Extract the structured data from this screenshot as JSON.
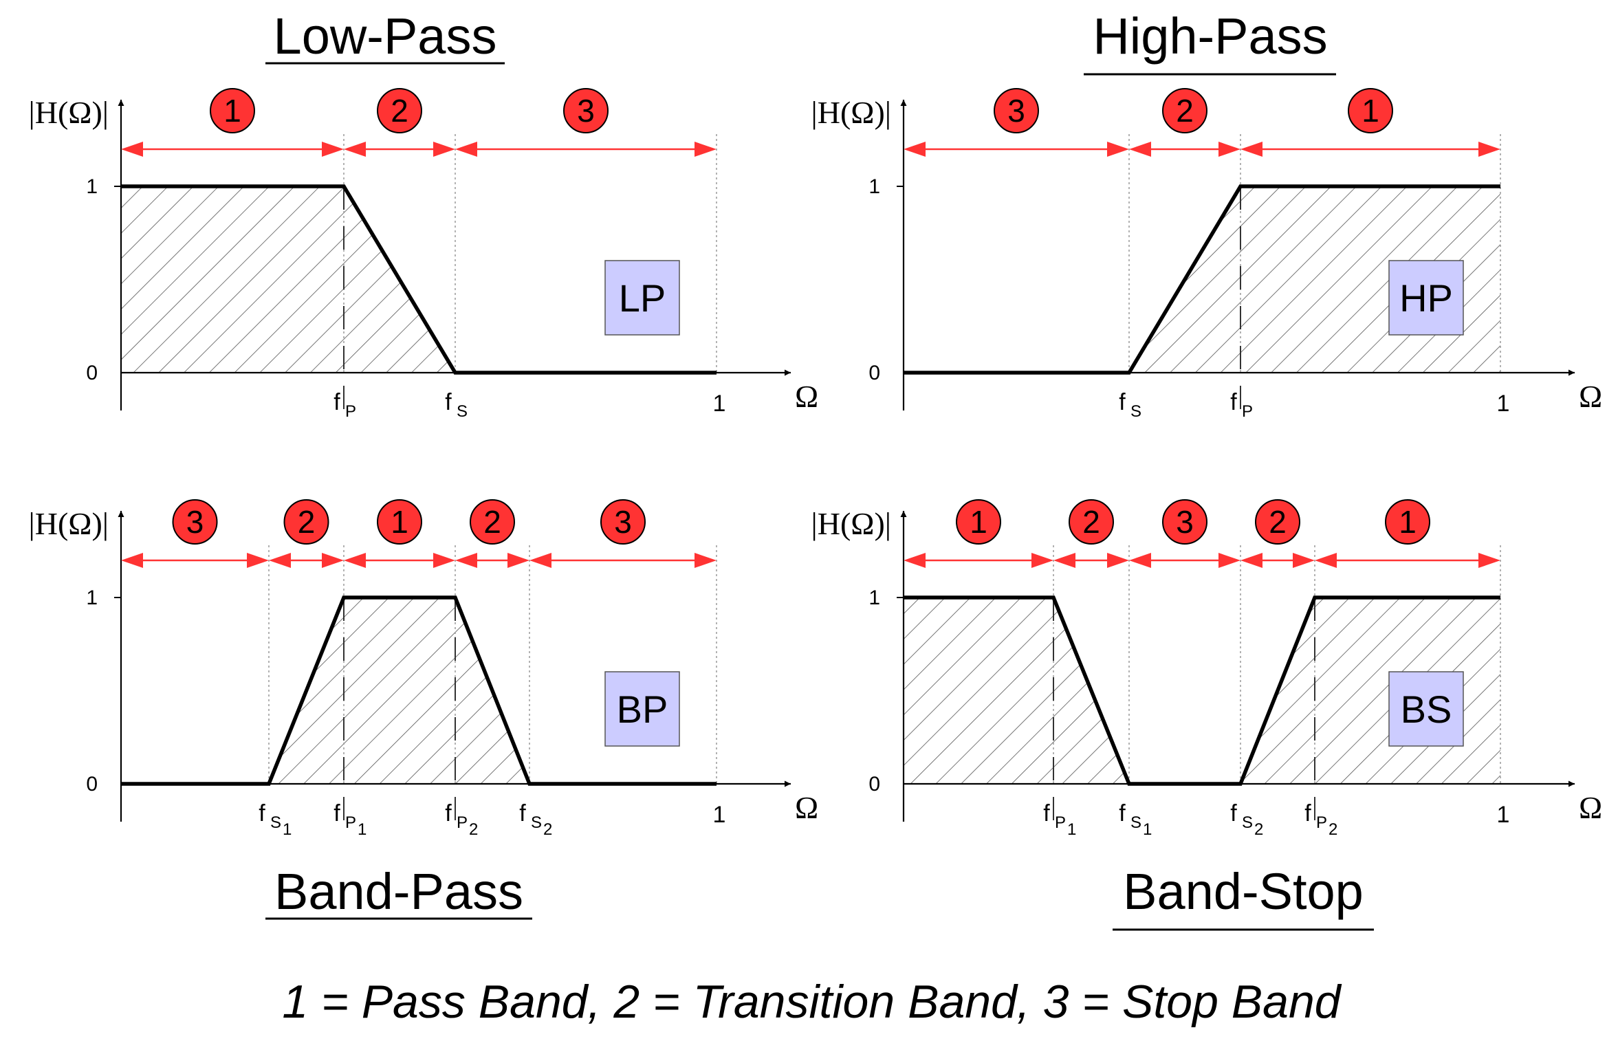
{
  "titles": [
    "Low-Pass",
    "High-Pass",
    "Band-Pass",
    "Band-Stop"
  ],
  "legend": "1 = Pass Band, 2 = Transition Band, 3 = Stop Band",
  "colors": {
    "band_marker": "#ff3333",
    "arrow": "#ff3333",
    "tag_fill": "#ccccff",
    "curve": "#000000"
  },
  "panels": [
    {
      "id": "lp",
      "title": "Low-Pass",
      "ylabel": "|H(Ω)|",
      "xlabel": "Ω",
      "ytick_top": "1",
      "ytick_zero": "0",
      "x_end_label": "1",
      "tag": "LP",
      "freq_labels": [
        {
          "base": "f",
          "sub": "P",
          "sub2": ""
        },
        {
          "base": "f",
          "sub": "S",
          "sub2": ""
        }
      ],
      "band_numbers": [
        "1",
        "2",
        "3"
      ]
    },
    {
      "id": "hp",
      "title": "High-Pass",
      "ylabel": "|H(Ω)|",
      "xlabel": "Ω",
      "ytick_top": "1",
      "ytick_zero": "0",
      "x_end_label": "1",
      "tag": "HP",
      "freq_labels": [
        {
          "base": "f",
          "sub": "S",
          "sub2": ""
        },
        {
          "base": "f",
          "sub": "P",
          "sub2": ""
        }
      ],
      "band_numbers": [
        "3",
        "2",
        "1"
      ]
    },
    {
      "id": "bp",
      "title": "Band-Pass",
      "ylabel": "|H(Ω)|",
      "xlabel": "Ω",
      "ytick_top": "1",
      "ytick_zero": "0",
      "x_end_label": "1",
      "tag": "BP",
      "freq_labels": [
        {
          "base": "f",
          "sub": "S",
          "sub2": "1"
        },
        {
          "base": "f",
          "sub": "P",
          "sub2": "1"
        },
        {
          "base": "f",
          "sub": "P",
          "sub2": "2"
        },
        {
          "base": "f",
          "sub": "S",
          "sub2": "2"
        }
      ],
      "band_numbers": [
        "3",
        "2",
        "1",
        "2",
        "3"
      ]
    },
    {
      "id": "bs",
      "title": "Band-Stop",
      "ylabel": "|H(Ω)|",
      "xlabel": "Ω",
      "ytick_top": "1",
      "ytick_zero": "0",
      "x_end_label": "1",
      "tag": "BS",
      "freq_labels": [
        {
          "base": "f",
          "sub": "P",
          "sub2": "1"
        },
        {
          "base": "f",
          "sub": "S",
          "sub2": "1"
        },
        {
          "base": "f",
          "sub": "S",
          "sub2": "2"
        },
        {
          "base": "f",
          "sub": "P",
          "sub2": "2"
        }
      ],
      "band_numbers": [
        "1",
        "2",
        "3",
        "2",
        "1"
      ]
    }
  ]
}
